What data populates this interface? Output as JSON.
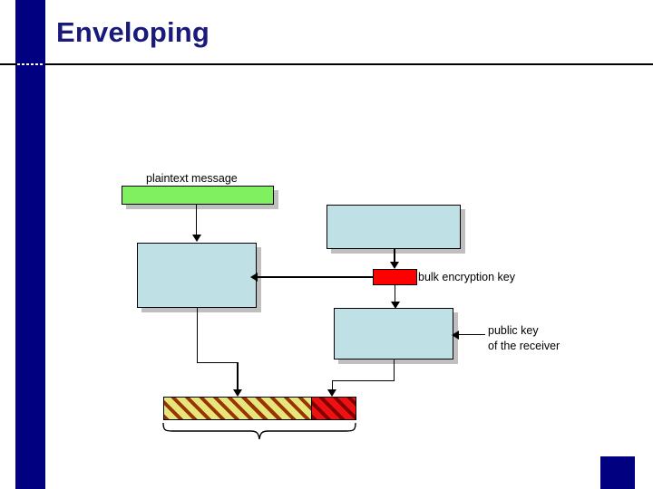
{
  "slide": {
    "title": "Enveloping",
    "background_color": "#ffffff",
    "accent_color": "#000080",
    "title_color": "#1a1a7a"
  },
  "decorations": {
    "left_bar": "left-navy-bar",
    "title_rule": "horizontal-rule",
    "rule_dashes": "dashed-rule-segment",
    "corner_square": "bottom-right-navy-square"
  },
  "diagram": {
    "labels": {
      "plaintext_message": "plaintext message",
      "bulk_encryption_key": "bulk encryption key",
      "public_key_line1": "public key",
      "public_key_line2": "of the receiver"
    },
    "shapes": {
      "plaintext_bar": {
        "fill": "#80f060",
        "name": "plaintext-message-bar"
      },
      "bulk_encryption_box": {
        "fill": "#bfe0e4",
        "name": "bulk-encryption-process-box"
      },
      "key_generator_box": {
        "fill": "#bfe0e4",
        "name": "key-generation-box"
      },
      "bulk_key_box": {
        "fill": "#ff0000",
        "name": "bulk-encryption-key-box"
      },
      "key_encryption_box": {
        "fill": "#bfe0e4",
        "name": "key-encryption-box"
      },
      "ciphertext_segment": {
        "fill": "#e6e67a",
        "hatch": "#993300",
        "name": "encrypted-message-segment"
      },
      "encrypted_key_segment": {
        "fill": "#ee1111",
        "hatch": "#800000",
        "name": "encrypted-key-segment"
      },
      "envelope_brace": {
        "name": "envelope-brace"
      }
    }
  }
}
